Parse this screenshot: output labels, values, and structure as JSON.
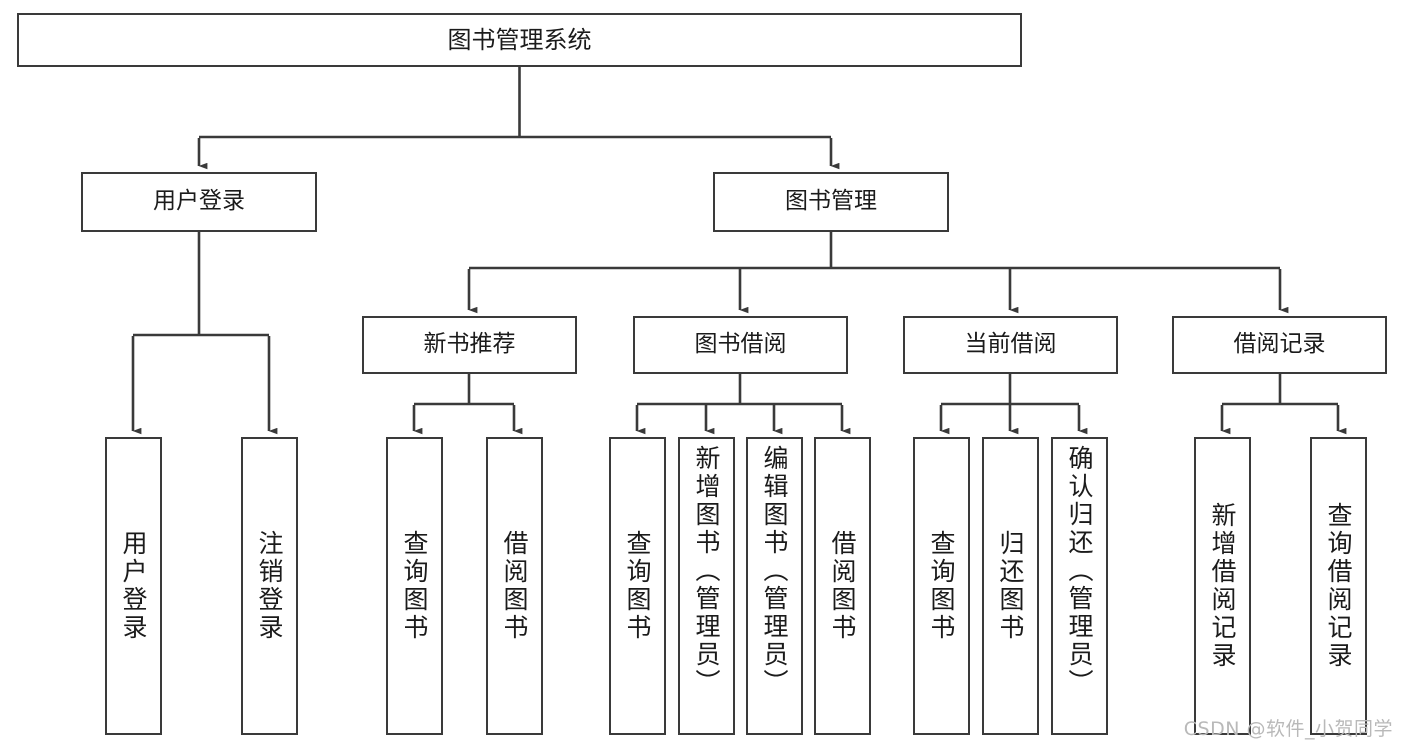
{
  "diagram": {
    "title": "图书管理系统",
    "type": "tree",
    "watermark": "CSDN @软件_小贺同学",
    "colors": {
      "border": "#3a3a3a",
      "text": "#1b1b1b",
      "background": "#ffffff",
      "wire": "#3a3a3a",
      "watermark": "#b9b9b9"
    },
    "nodes": {
      "root": {
        "label": "图书管理系统"
      },
      "level2": [
        {
          "id": "user-login",
          "label": "用户登录"
        },
        {
          "id": "book-manage",
          "label": "图书管理"
        }
      ],
      "level3": [
        {
          "id": "new-book-recommend",
          "label": "新书推荐"
        },
        {
          "id": "book-borrow",
          "label": "图书借阅"
        },
        {
          "id": "current-borrow",
          "label": "当前借阅"
        },
        {
          "id": "borrow-record",
          "label": "借阅记录"
        }
      ],
      "leaves": {
        "user_login": [
          {
            "id": "leaf-user-login",
            "label": "用户登录"
          },
          {
            "id": "leaf-logout-login",
            "label": "注销登录"
          }
        ],
        "new_book_recommend": [
          {
            "id": "leaf-query-book-1",
            "label": "查询图书"
          },
          {
            "id": "leaf-borrow-book-1",
            "label": "借阅图书"
          }
        ],
        "book_borrow": [
          {
            "id": "leaf-query-book-2",
            "label": "查询图书"
          },
          {
            "id": "leaf-add-book",
            "label": "新增图书（管理员）"
          },
          {
            "id": "leaf-edit-book",
            "label": "编辑图书（管理员）"
          },
          {
            "id": "leaf-borrow-book-2",
            "label": "借阅图书"
          }
        ],
        "current_borrow": [
          {
            "id": "leaf-query-book-3",
            "label": "查询图书"
          },
          {
            "id": "leaf-return-book",
            "label": "归还图书"
          },
          {
            "id": "leaf-confirm-return",
            "label": "确认归还（管理员）"
          }
        ],
        "borrow_record": [
          {
            "id": "leaf-add-record",
            "label": "新增借阅记录"
          },
          {
            "id": "leaf-query-record",
            "label": "查询借阅记录"
          }
        ]
      }
    }
  }
}
